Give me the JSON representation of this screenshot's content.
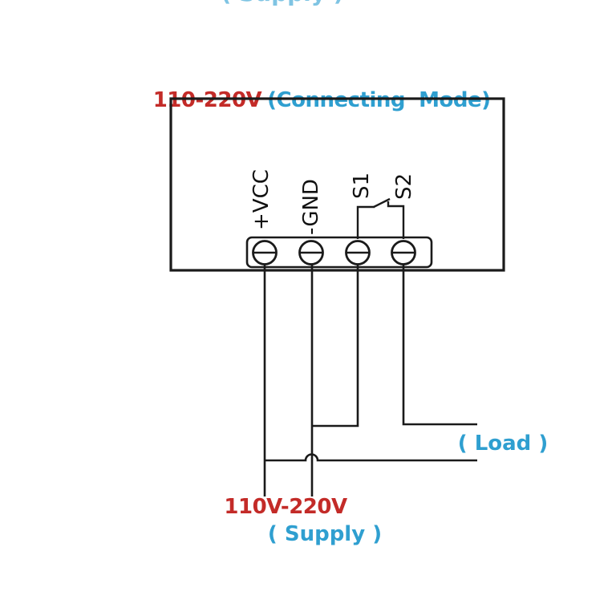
{
  "title": {
    "voltage": "110-220V",
    "mode": "(Connecting  Mode)"
  },
  "top_fragment": {
    "text": "( Supply )"
  },
  "device": {
    "terminals": [
      {
        "label": "+VCC"
      },
      {
        "label": "-GND"
      },
      {
        "label": "S1"
      },
      {
        "label": "S2"
      }
    ],
    "relay_switch": "open-switch-between-S1-S2"
  },
  "labels": {
    "load": "( Load )",
    "supply_voltage": "110V-220V",
    "supply": "( Supply )"
  },
  "colors": {
    "red_accent": "#c32b28",
    "cyan_accent": "#2f9fd0",
    "line_color": "#1a1a1a",
    "background": "#ffffff"
  }
}
